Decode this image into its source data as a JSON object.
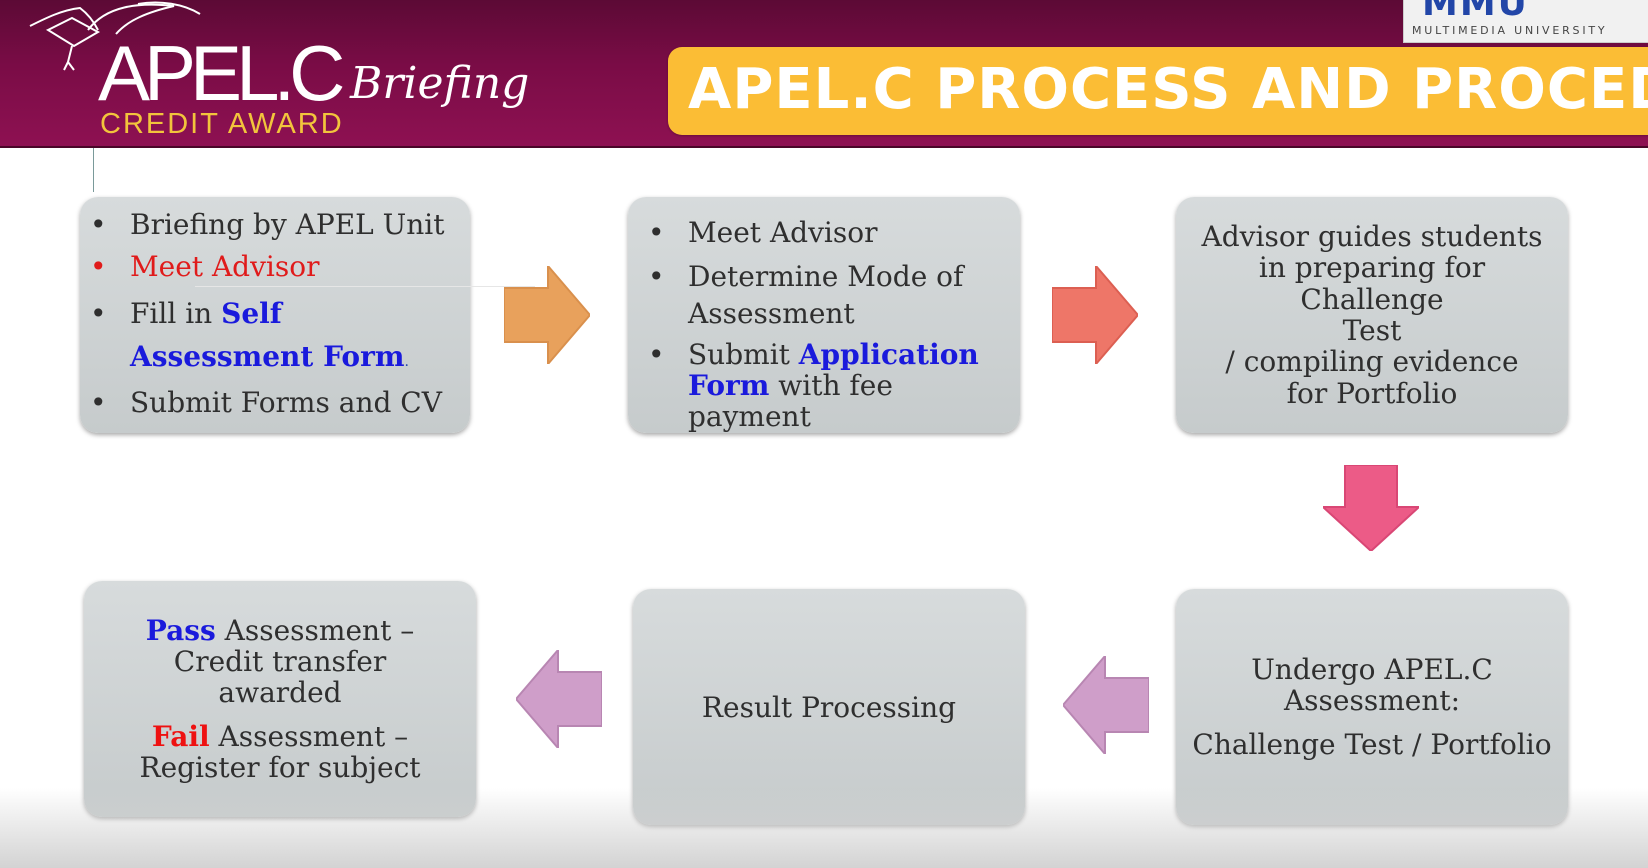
{
  "header": {
    "logo": {
      "main": "APEL.C",
      "script": "Briefing",
      "sub": "CREDIT AWARD"
    },
    "title": "APEL.C PROCESS AND PROCEDURE",
    "university": {
      "mark": "MMU",
      "name": "MULTIMEDIA UNIVERSITY"
    }
  },
  "steps": {
    "step1": {
      "items": [
        {
          "text": "Briefing by APEL Unit"
        },
        {
          "text": "Meet Advisor"
        },
        {
          "pre": "Fill in ",
          "highlight": "Self Assessment Form",
          "post": "."
        },
        {
          "text": "Submit Forms and CV"
        }
      ]
    },
    "step2": {
      "items": [
        {
          "text": "Meet Advisor"
        },
        {
          "text": "Determine Mode of Assessment"
        },
        {
          "pre": "Submit ",
          "highlight": "Application Form",
          "post": " with fee payment"
        }
      ]
    },
    "step3": {
      "lines": [
        "Advisor guides students",
        "in preparing for Challenge",
        "Test",
        "/ compiling evidence",
        "for Portfolio"
      ]
    },
    "step4": {
      "lines": [
        "Undergo APEL.C",
        "Assessment:"
      ],
      "detail": "Challenge Test / Portfolio"
    },
    "step5": {
      "text": "Result Processing"
    },
    "step6": {
      "pass": {
        "highlight": "Pass",
        "text": " Assessment –",
        "line2": "Credit transfer",
        "line3": "awarded"
      },
      "fail": {
        "highlight": "Fail",
        "text": " Assessment –",
        "line2": "Register for subject"
      }
    }
  },
  "bullet_char": "•",
  "colors": {
    "header_bg": "#7a0c46",
    "title_bar": "#fbbd35",
    "box_bg": "#d0d4d5",
    "highlight_blue": "#1a1adc",
    "highlight_red": "#ee1111",
    "arrow_1": "#e8a15c",
    "arrow_2": "#ee7668",
    "arrow_3": "#ec5b87",
    "arrow_4": "#cf9ec9",
    "arrow_5": "#cf9ec9"
  },
  "icons": [
    "graduation-cap-icon",
    "arrow-right-icon",
    "arrow-down-icon",
    "arrow-left-icon"
  ]
}
